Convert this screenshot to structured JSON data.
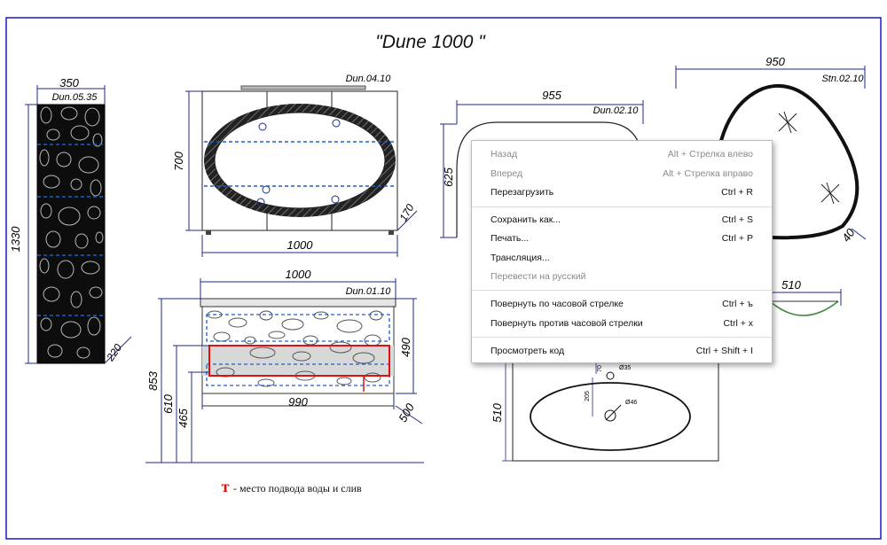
{
  "drawing": {
    "title": "\"Dune 1000 \"",
    "codes": {
      "cabinet": "Dun.05.35",
      "mirror_cabinet": "Dun.04.10",
      "basin": "Dun.02.10",
      "mirror": "Stn.02.10",
      "vanity": "Dun.01.10"
    },
    "dims": {
      "d350": "350",
      "d1330": "1330",
      "d220": "220",
      "d700": "700",
      "d170": "170",
      "d1000a": "1000",
      "d1000b": "1000",
      "d490": "490",
      "d853": "853",
      "d610": "610",
      "d465": "465",
      "d990": "990",
      "d500": "500",
      "d955": "955",
      "d625": "625",
      "d950": "950",
      "d40": "40",
      "d510a": "510",
      "d510b": "510",
      "d70": "70",
      "d205": "205",
      "d35": "Ø35",
      "d46": "Ø46"
    },
    "legend": {
      "marker": "т",
      "text": "- место подвода воды и слив"
    },
    "colors": {
      "frame": "#1a1acc",
      "dim": "#1f2a8a",
      "marker": "#e01010",
      "drawer": "#e01010",
      "zone": "#1a5fd0",
      "menu_disabled": "#8a8a8a"
    }
  },
  "context_menu": {
    "items": [
      {
        "label": "Назад",
        "shortcut": "Alt + Стрелка влево",
        "disabled": true
      },
      {
        "label": "Вперед",
        "shortcut": "Alt + Стрелка вправо",
        "disabled": true
      },
      {
        "label": "Перезагрузить",
        "shortcut": "Ctrl + R",
        "disabled": false
      },
      {
        "label": "Сохранить как...",
        "shortcut": "Ctrl + S",
        "disabled": false
      },
      {
        "label": "Печать...",
        "shortcut": "Ctrl + P",
        "disabled": false
      },
      {
        "label": "Трансляция...",
        "shortcut": "",
        "disabled": false
      },
      {
        "label": "Перевести на русский",
        "shortcut": "",
        "disabled": true
      },
      {
        "label": "Повернуть по часовой стрелке",
        "shortcut": "Ctrl + ъ",
        "disabled": false
      },
      {
        "label": "Повернуть против часовой стрелки",
        "shortcut": "Ctrl + х",
        "disabled": false
      },
      {
        "label": "Просмотреть код",
        "shortcut": "Ctrl + Shift + I",
        "disabled": false
      }
    ]
  }
}
